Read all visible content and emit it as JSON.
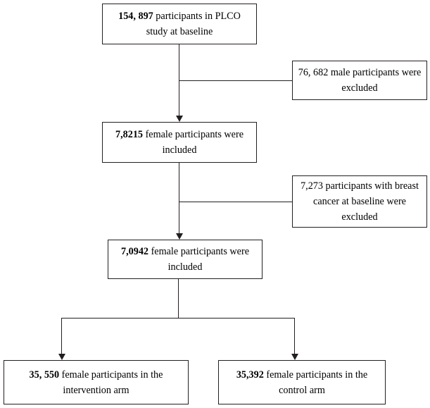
{
  "diagram": {
    "title": "PLCO study participant selection flowchart",
    "type": "flowchart",
    "line_color": "#231f20",
    "background": "#ffffff"
  },
  "nodes": {
    "baseline": {
      "bold_prefix": "154, 897",
      "rest": " participants in PLCO study at baseline",
      "full_text": "154, 897 participants in PLCO study at baseline"
    },
    "excluded_male": {
      "bold_prefix": "",
      "rest": "76, 682 male participants were excluded",
      "full_text": "76, 682 male participants were excluded"
    },
    "female_included": {
      "bold_prefix": "7,8215",
      "rest": " female participants were included",
      "full_text": "7,8215 female participants were included"
    },
    "excluded_breast_cancer": {
      "bold_prefix": "",
      "rest": "7,273 participants with breast cancer at baseline were excluded",
      "full_text": "7,273 participants with breast cancer at baseline were excluded"
    },
    "final_included": {
      "bold_prefix": "7,0942",
      "rest": " female participants were included",
      "full_text": "7,0942 female participants were included"
    },
    "intervention_arm": {
      "bold_prefix": "35, 550",
      "rest": " female participants in the intervention arm",
      "full_text": "35, 550 female participants in the intervention arm"
    },
    "control_arm": {
      "bold_prefix": "35,392",
      "rest": " female participants in the control arm",
      "full_text": "35,392 female participants in the control arm"
    }
  }
}
